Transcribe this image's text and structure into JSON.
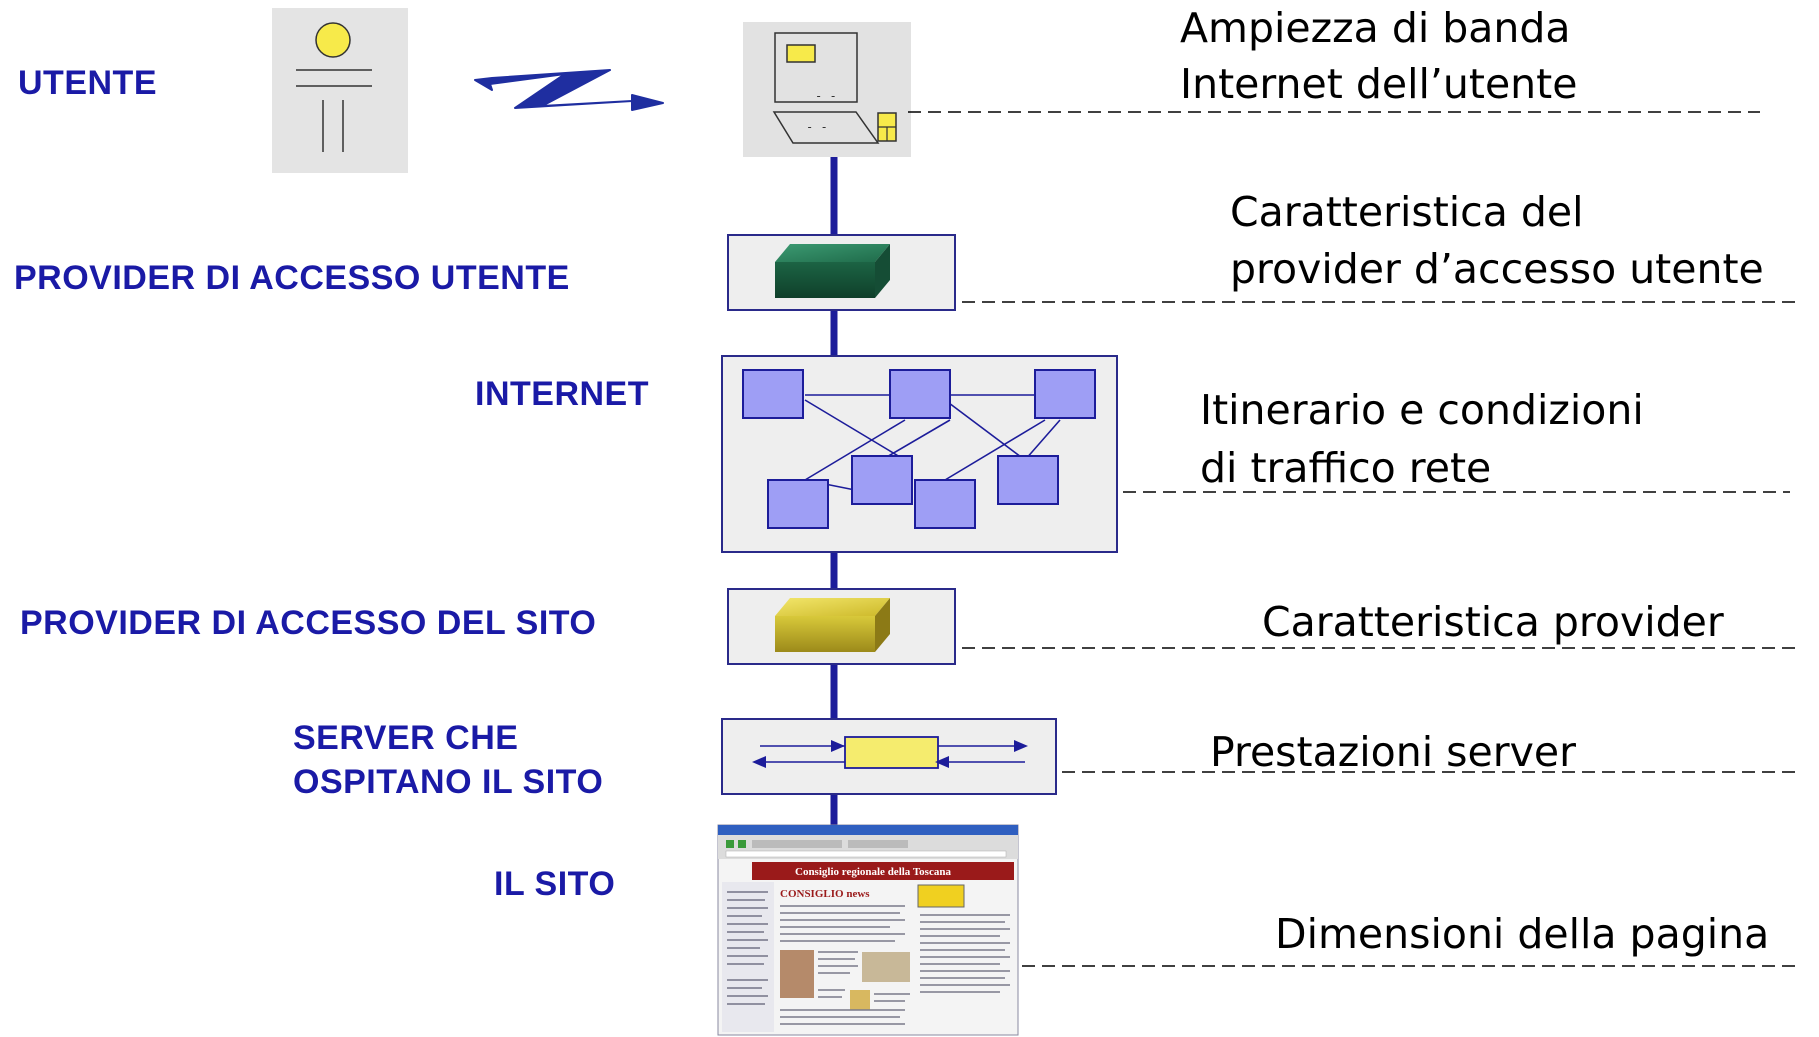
{
  "layers": {
    "user": {
      "left_label": "UTENTE",
      "right_lines": [
        "Ampiezza di banda",
        "Internet dell’utente"
      ]
    },
    "user_access_provider": {
      "left_label": "PROVIDER DI ACCESSO UTENTE",
      "right_lines": [
        "Caratteristica del",
        "provider d’accesso utente"
      ]
    },
    "internet": {
      "left_label": "INTERNET",
      "right_lines": [
        "Itinerario e condizioni",
        "di traffico rete"
      ]
    },
    "site_access_provider": {
      "left_label": "PROVIDER DI ACCESSO DEL SITO",
      "right_lines": [
        "Caratteristica provider"
      ]
    },
    "servers": {
      "left_lines": [
        "SERVER CHE",
        "OSPITANO IL SITO"
      ],
      "right_lines": [
        "Prestazioni server"
      ]
    },
    "site": {
      "left_label": "IL SITO",
      "right_lines": [
        "Dimensioni della pagina"
      ]
    }
  },
  "site_thumbnail": {
    "banner": "Consiglio regionale della Toscana",
    "news_title": "CONSIGLIO news"
  },
  "colors": {
    "left_label": "#1a1aa6",
    "spine": "#1c1c9a",
    "network_node": "#9e9ef5",
    "user_provider_device": "#1f6b4a",
    "site_provider_device": "#d8c93a",
    "server_block": "#f5ec6e",
    "user_head": "#f7ea4a",
    "banner": "#9a1a1a"
  },
  "icons": [
    "person-icon",
    "wireless-link-icon",
    "laptop-icon",
    "network-device-icon",
    "server-icon",
    "browser-page-icon"
  ]
}
